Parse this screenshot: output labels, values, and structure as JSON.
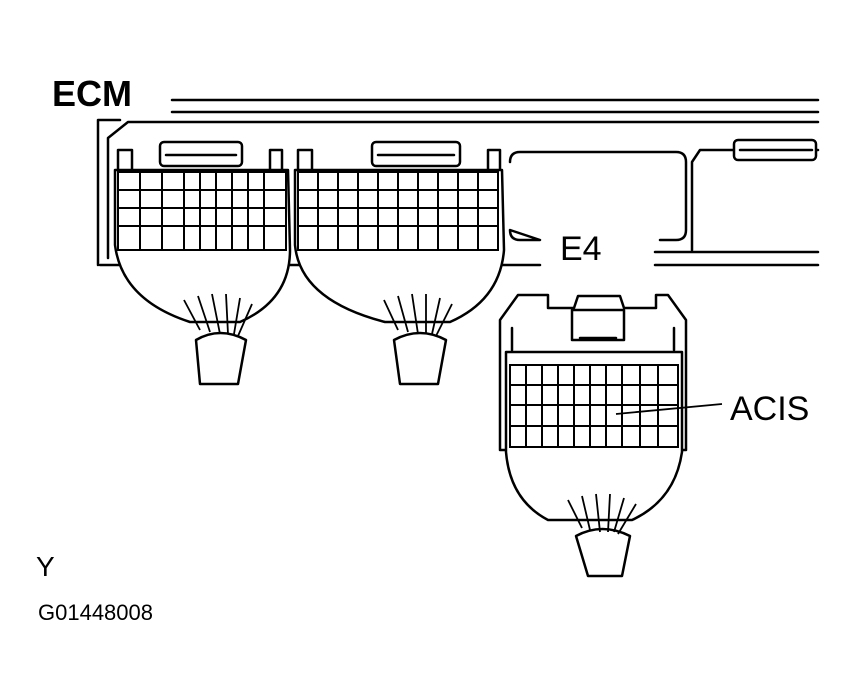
{
  "labels": {
    "ecm": "ECM",
    "connector": "E4",
    "terminal": "ACIS",
    "view_marker": "Y",
    "figure_code": "G01448008"
  }
}
